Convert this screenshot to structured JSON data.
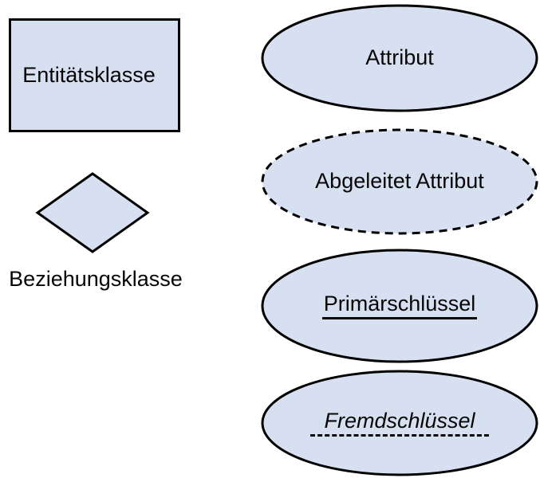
{
  "diagram": {
    "type": "er-notation-legend",
    "colors": {
      "shape_fill": "#d6e0f0",
      "shape_stroke": "#000000",
      "background": "#ffffff",
      "text": "#060606"
    },
    "legend": {
      "entity": {
        "label": "Entitätsklasse",
        "shape": "rectangle"
      },
      "relationship": {
        "label": "Beziehungsklasse",
        "shape": "diamond"
      },
      "attribute": {
        "label": "Attribut",
        "shape": "ellipse-solid"
      },
      "derived_attribute": {
        "label": "Abgeleitet Attribut",
        "shape": "ellipse-dashed"
      },
      "primary_key": {
        "label": "Primärschlüssel",
        "shape": "ellipse-solid-underlined-text"
      },
      "foreign_key": {
        "label": "Fremdschlüssel",
        "shape": "ellipse-solid-italic-dashed-underline-text"
      }
    }
  }
}
